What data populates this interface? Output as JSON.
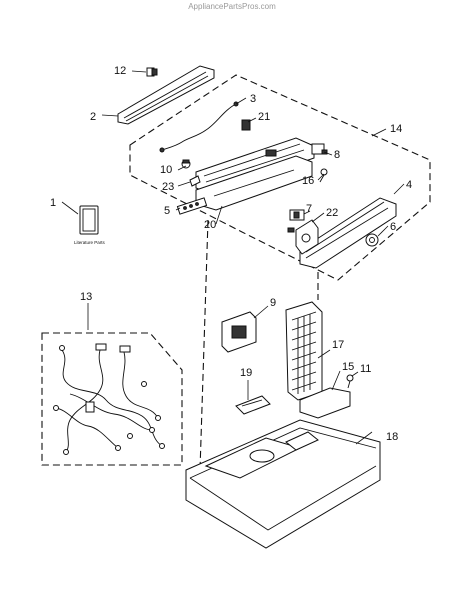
{
  "watermark": "AppliancePartsPros.com",
  "literature_label": "Literature Parts",
  "callouts": {
    "c1": "1",
    "c2": "2",
    "c3": "3",
    "c4": "4",
    "c5": "5",
    "c6": "6",
    "c7": "7",
    "c8": "8",
    "c9": "9",
    "c10": "10",
    "c11": "11",
    "c12": "12",
    "c13": "13",
    "c14": "14",
    "c15": "15",
    "c16": "16",
    "c17": "17",
    "c18": "18",
    "c19": "19",
    "c20": "20",
    "c21": "21",
    "c22": "22",
    "c23": "23"
  }
}
